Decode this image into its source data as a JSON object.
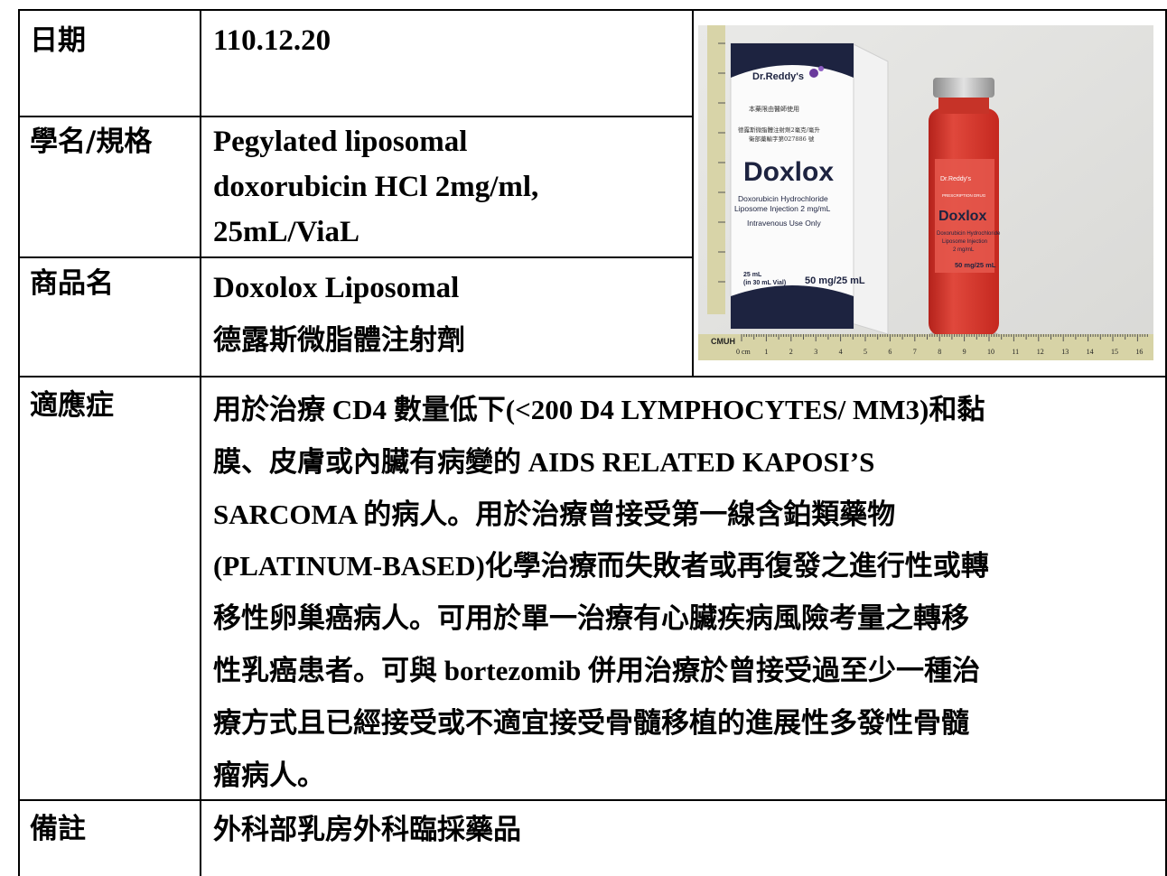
{
  "rows": {
    "date": {
      "label": "日期",
      "value": "110.12.20"
    },
    "generic": {
      "label": "學名/規格",
      "lines": [
        "Pegylated liposomal",
        "doxorubicin HCl 2mg/ml,",
        "25mL/ViaL"
      ]
    },
    "brand": {
      "label": "商品名",
      "lines": [
        "Doxolox Liposomal",
        "德露斯微脂體注射劑"
      ]
    },
    "indication": {
      "label": "適應症",
      "lines": [
        "用於治療 CD4 數量低下(<200 D4 LYMPHOCYTES/ MM3)和黏",
        "膜、皮膚或內臟有病變的 AIDS RELATED KAPOSI’S",
        "SARCOMA 的病人。用於治療曾接受第一線含鉑類藥物",
        "(PLATINUM-BASED)化學治療而失敗者或再復發之進行性或轉",
        "移性卵巢癌病人。可用於單一治療有心臟疾病風險考量之轉移",
        "性乳癌患者。可與 bortezomib 併用治療於曾接受過至少一種治",
        "療方式且已經接受或不適宜接受骨髓移植的進展性多發性骨髓",
        "瘤病人。"
      ]
    },
    "remarks": {
      "label": "備註",
      "value": "外科部乳房外科臨採藥品"
    }
  },
  "photo": {
    "box": {
      "brand": "Dr.Reddy's",
      "rx_line": "本藥限由醫師使用",
      "cn_line1": "德露斯微脂體注射劑2毫克/毫升",
      "cn_line2": "衛部藥輸字第027886 號",
      "name": "Doxlox",
      "desc1": "Doxorubicin Hydrochloride",
      "desc2": "Liposome Injection  2 mg/mL",
      "desc3": "Intravenous Use Only",
      "volume": "25 mL",
      "vial_size": "(in 30 mL Vial)",
      "strength": "50 mg/25 mL"
    },
    "vial": {
      "brand": "Dr.Reddy's",
      "tag": "PRESCRIPTION DRUG",
      "name": "Doxlox",
      "desc1": "Doxorubicin Hydrochloride",
      "desc2": "Liposome Injection",
      "desc3": "2 mg/mL",
      "strength": "50 mg/25 mL"
    },
    "ruler_mark": "CMUH",
    "ruler_numbers": [
      "0 cm",
      "1",
      "2",
      "3",
      "4",
      "5",
      "6",
      "7",
      "8",
      "9",
      "10",
      "11",
      "12",
      "13",
      "14",
      "15",
      "16"
    ],
    "colors": {
      "box_navy": "#1d2340",
      "vial_red": "#d7342a",
      "purple": "#6a3a9c"
    }
  }
}
